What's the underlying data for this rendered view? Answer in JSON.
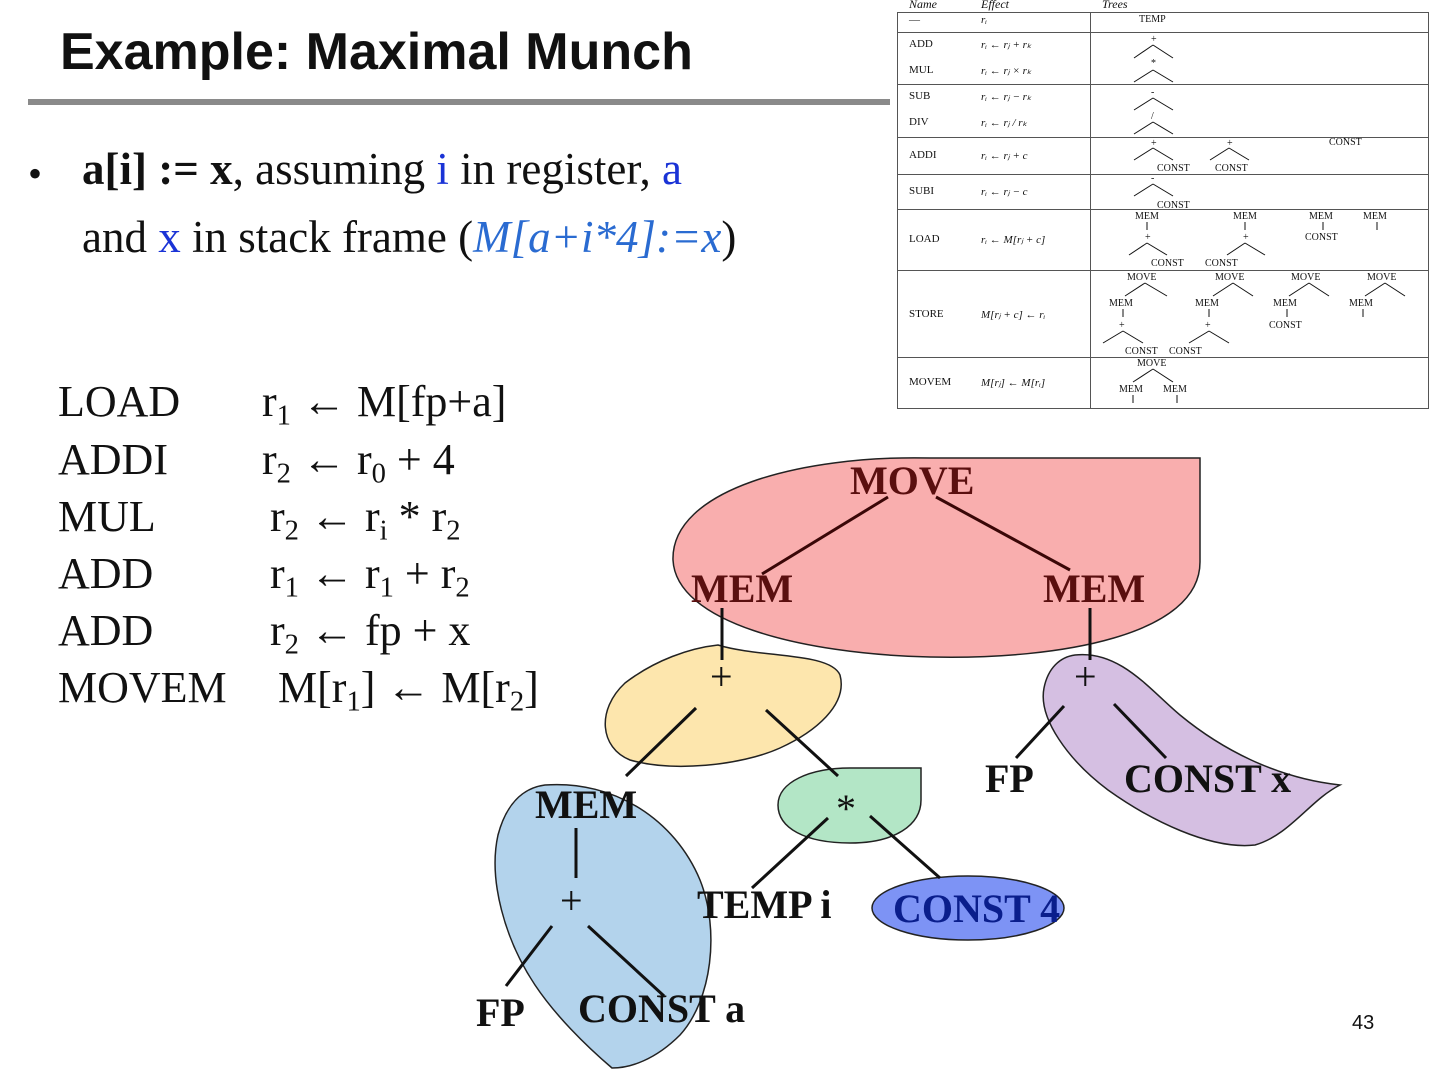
{
  "slide": {
    "title": "Example: Maximal Munch",
    "page_number": "43"
  },
  "bullet": {
    "dot": "•",
    "expr": "a[i] := x",
    "t1": ", assuming ",
    "var_i": "i",
    "t2": " in register, ",
    "var_a": "a",
    "t3": "and ",
    "var_x": "x",
    "t4": " in stack frame (",
    "formula": "M[a+i*4]:=x",
    "t5": ")"
  },
  "code": [
    {
      "op": "LOAD",
      "lhs": "r",
      "lhs_sub": "1",
      "rhs": "← M[fp+a]"
    },
    {
      "op": "ADDI",
      "lhs": "r",
      "lhs_sub": "2",
      "a": "← r",
      "a_sub": "0",
      "b": "+ 4"
    },
    {
      "op": "MUL",
      "lhs": "r",
      "lhs_sub": "2",
      "a": "← r",
      "a_sub": "i",
      "b": "* r",
      "b_sub": "2"
    },
    {
      "op": "ADD",
      "lhs": "r",
      "lhs_sub": "1",
      "a": "← r",
      "a_sub": "1",
      "b": "+ r",
      "b_sub": "2"
    },
    {
      "op": "ADD",
      "lhs": "r",
      "lhs_sub": "2",
      "rhs": "← fp + x"
    },
    {
      "op": "MOVEM",
      "lhs": "M[r",
      "lhs_sub": "1",
      "a": "] ← M[r",
      "a_sub": "2",
      "b": "]"
    }
  ],
  "table": {
    "headers": {
      "name": "Name",
      "effect": "Effect",
      "trees": "Trees"
    },
    "rows": [
      {
        "name": "—",
        "effect": "rᵢ"
      },
      {
        "name": "ADD",
        "effect": "rᵢ ← rⱼ + rₖ"
      },
      {
        "name": "MUL",
        "effect": "rᵢ ← rⱼ × rₖ"
      },
      {
        "name": "SUB",
        "effect": "rᵢ ← rⱼ − rₖ"
      },
      {
        "name": "DIV",
        "effect": "rᵢ ← rⱼ / rₖ"
      },
      {
        "name": "ADDI",
        "effect": "rᵢ ← rⱼ + c"
      },
      {
        "name": "SUBI",
        "effect": "rᵢ ← rⱼ − c"
      },
      {
        "name": "LOAD",
        "effect": "rᵢ ← M[rⱼ + c]"
      },
      {
        "name": "STORE",
        "effect": "M[rⱼ + c] ← rᵢ"
      },
      {
        "name": "MOVEM",
        "effect": "M[rⱼ] ← M[rᵢ]"
      }
    ],
    "tree_labels": {
      "temp": "TEMP",
      "plus": "+",
      "times": "*",
      "minus": "-",
      "div": "/",
      "const": "CONST",
      "mem": "MEM",
      "move": "MOVE"
    }
  },
  "tree": {
    "move": "MOVE",
    "mem_left": "MEM",
    "mem_right": "MEM",
    "plus_left": "+",
    "plus_right": "+",
    "times": "*",
    "mem_inner": "MEM",
    "plus_inner": "+",
    "fp_inner": "FP",
    "const_a": "CONST a",
    "temp_i": "TEMP i",
    "const_4": "CONST 4",
    "fp_right": "FP",
    "const_x": "CONST x"
  },
  "colors": {
    "tile_move": "#f9aeae",
    "tile_add": "#fde6ad",
    "tile_mul": "#b3e6c6",
    "tile_load": "#b3d3ec",
    "tile_addi": "#d5bfe2",
    "tile_const4": "#7d93f5",
    "bullet_blue": "#1a33d6",
    "formula_blue": "#2a6bd1"
  }
}
